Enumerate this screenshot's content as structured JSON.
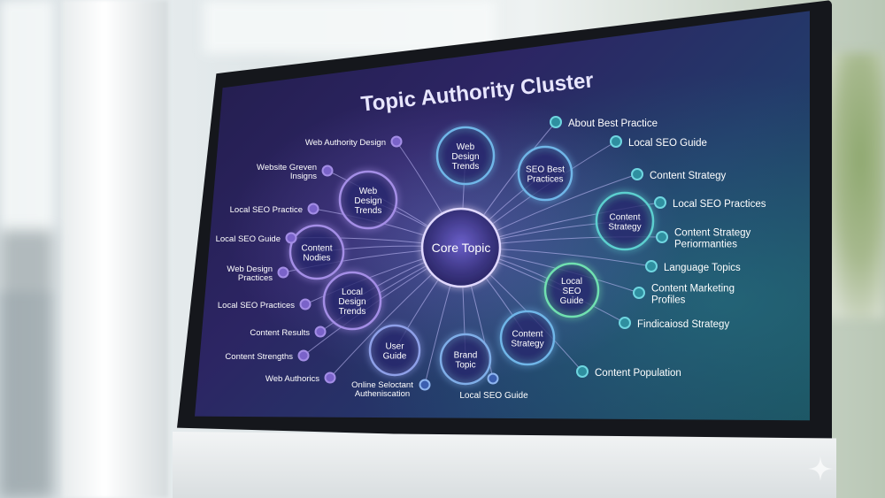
{
  "title": "Topic Authority Cluster",
  "core": "Core Topic",
  "hubs": [
    {
      "label": [
        "Web",
        "Design",
        "Trends"
      ],
      "color": "#6fb6e8"
    },
    {
      "label": [
        "SEO Best",
        "Practices"
      ],
      "color": "#6fb6e8"
    },
    {
      "label": [
        "Web",
        "Design",
        "Trends"
      ],
      "color": "#a48ee6"
    },
    {
      "label": [
        "Content",
        "Strategy"
      ],
      "color": "#5ccfcf"
    },
    {
      "label": [
        "Content",
        "Nodies"
      ],
      "color": "#a48ee6"
    },
    {
      "label": [
        "Local",
        "SEO",
        "Guide"
      ],
      "color": "#6fe0b0"
    },
    {
      "label": [
        "Local",
        "Design",
        "Trends"
      ],
      "color": "#a48ee6"
    },
    {
      "label": [
        "User",
        "Guide"
      ],
      "color": "#8ea0e8"
    },
    {
      "label": [
        "Brand",
        "Topic"
      ],
      "color": "#7faee8"
    },
    {
      "label": [
        "Content",
        "Strategy"
      ],
      "color": "#6fb6e8"
    }
  ],
  "left_labels": [
    {
      "text": [
        "Web Authority Design"
      ]
    },
    {
      "text": [
        "Website Greven",
        "Insigns"
      ]
    },
    {
      "text": [
        "Local SEO Practice"
      ]
    },
    {
      "text": [
        "Local SEO Guide"
      ]
    },
    {
      "text": [
        "Web Design",
        "Practices"
      ]
    },
    {
      "text": [
        "Local SEO Practices"
      ]
    },
    {
      "text": [
        "Content Results"
      ]
    },
    {
      "text": [
        "Content Strengths"
      ]
    },
    {
      "text": [
        "Web Authorics"
      ]
    }
  ],
  "right_labels": [
    {
      "text": [
        "About Best Practice"
      ]
    },
    {
      "text": [
        "Local SEO Guide"
      ]
    },
    {
      "text": [
        "Content Strategy"
      ]
    },
    {
      "text": [
        "Local SEO Practices"
      ]
    },
    {
      "text": [
        "Content Strategy",
        "Periormanties"
      ]
    },
    {
      "text": [
        "Language Topics"
      ]
    },
    {
      "text": [
        "Content Marketing",
        "Profiles"
      ]
    },
    {
      "text": [
        "Findicaiosd Strategy"
      ]
    },
    {
      "text": [
        "Content Population"
      ]
    }
  ],
  "bottom_labels": [
    {
      "text": [
        "Online Seloctant",
        "Authenisсation"
      ]
    },
    {
      "text": [
        "Local SEO Guide"
      ]
    }
  ],
  "colors": {
    "core_fill": "#3a3480",
    "core_glow": "#b8a6ff",
    "line": "#c9c3ff",
    "left_dot": "#a48ee6",
    "right_dot": "#6fd6e0"
  }
}
